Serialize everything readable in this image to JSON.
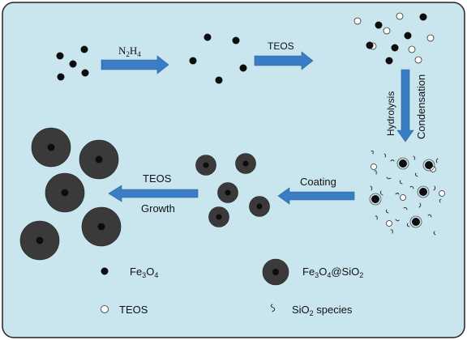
{
  "colors": {
    "background": "#c9e6ee",
    "border": "#222222",
    "arrow": "#3b7dc4",
    "particle": "#0d0d0d",
    "shell": "#3a3a3a",
    "teos": "#ffffff"
  },
  "steps": {
    "step1": {
      "label_main": "N",
      "label_sub1": "2",
      "label_mid": "H",
      "label_sub2": "4"
    },
    "step2": {
      "label": "TEOS"
    },
    "step3": {
      "label1": "Hydrolysis",
      "label2": "Condensation"
    },
    "step4": {
      "label": "Coating"
    },
    "step5": {
      "label1": "TEOS",
      "label2": "Growth"
    }
  },
  "legend": {
    "core": {
      "t1": "Fe",
      "s1": "3",
      "t2": "O",
      "s2": "4"
    },
    "coated": {
      "t1": "Fe",
      "s1": "3",
      "t2": "O",
      "s2": "4",
      "t3": "@SiO",
      "s3": "2"
    },
    "teos": {
      "label": "TEOS"
    },
    "silica": {
      "label": "SiO",
      "s1": "2",
      "t2": " species"
    }
  }
}
